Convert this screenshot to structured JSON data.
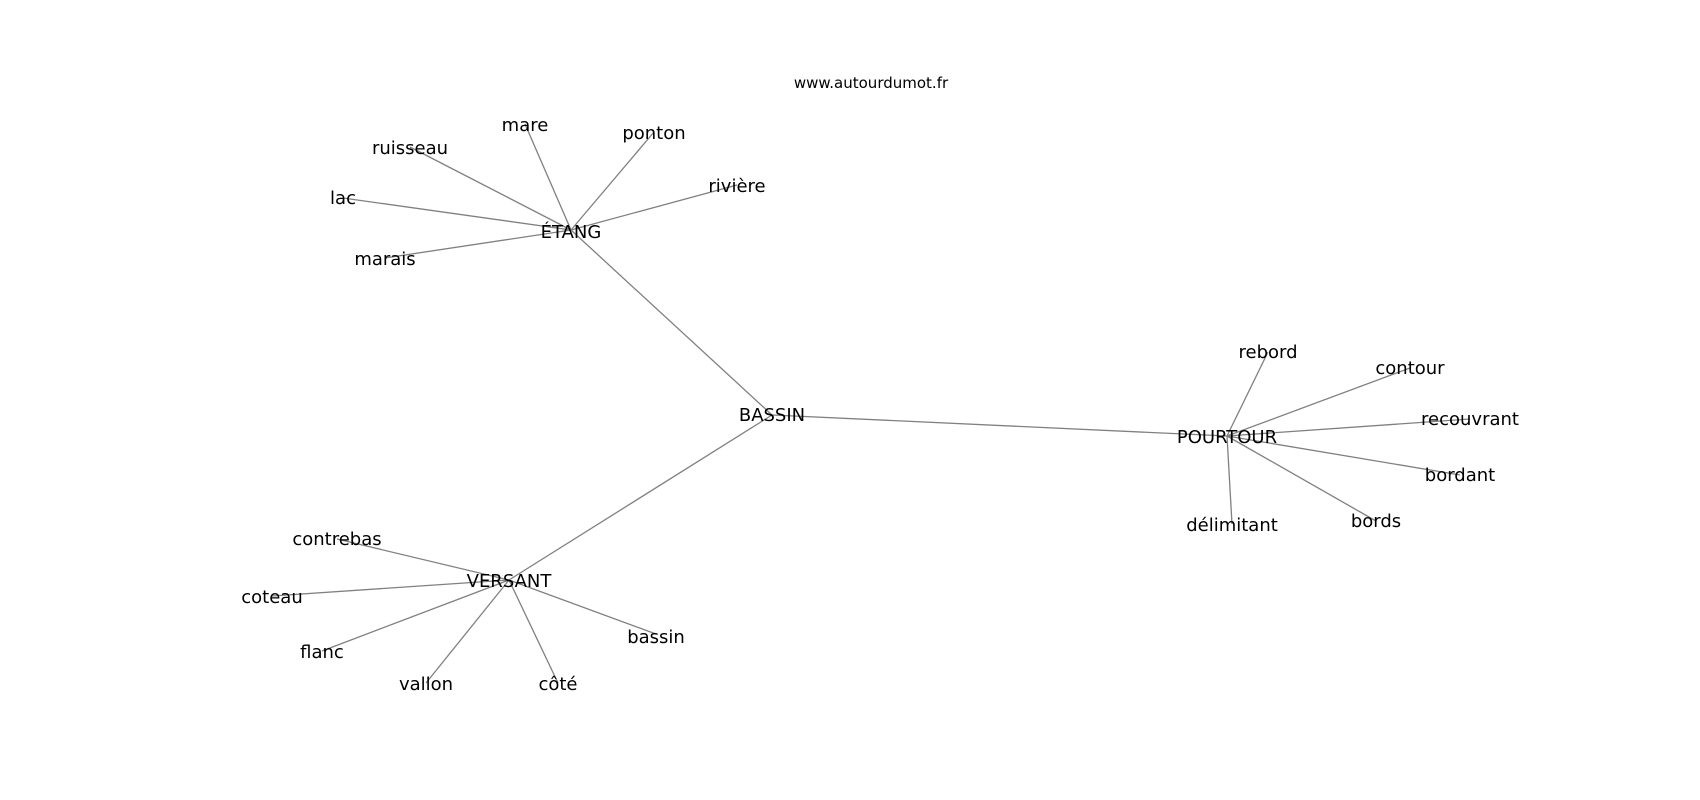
{
  "watermark": "www.autourdumot.fr",
  "graph": {
    "center": "BASSIN",
    "hubs": [
      {
        "label": "ÉTANG",
        "words": [
          "ruisseau",
          "mare",
          "ponton",
          "rivière",
          "lac",
          "marais"
        ]
      },
      {
        "label": "POURTOUR",
        "words": [
          "rebord",
          "contour",
          "recouvrant",
          "bordant",
          "bords",
          "délimitant"
        ]
      },
      {
        "label": "VERSANT",
        "words": [
          "contrebas",
          "coteau",
          "flanc",
          "vallon",
          "côté",
          "bassin"
        ]
      }
    ]
  }
}
